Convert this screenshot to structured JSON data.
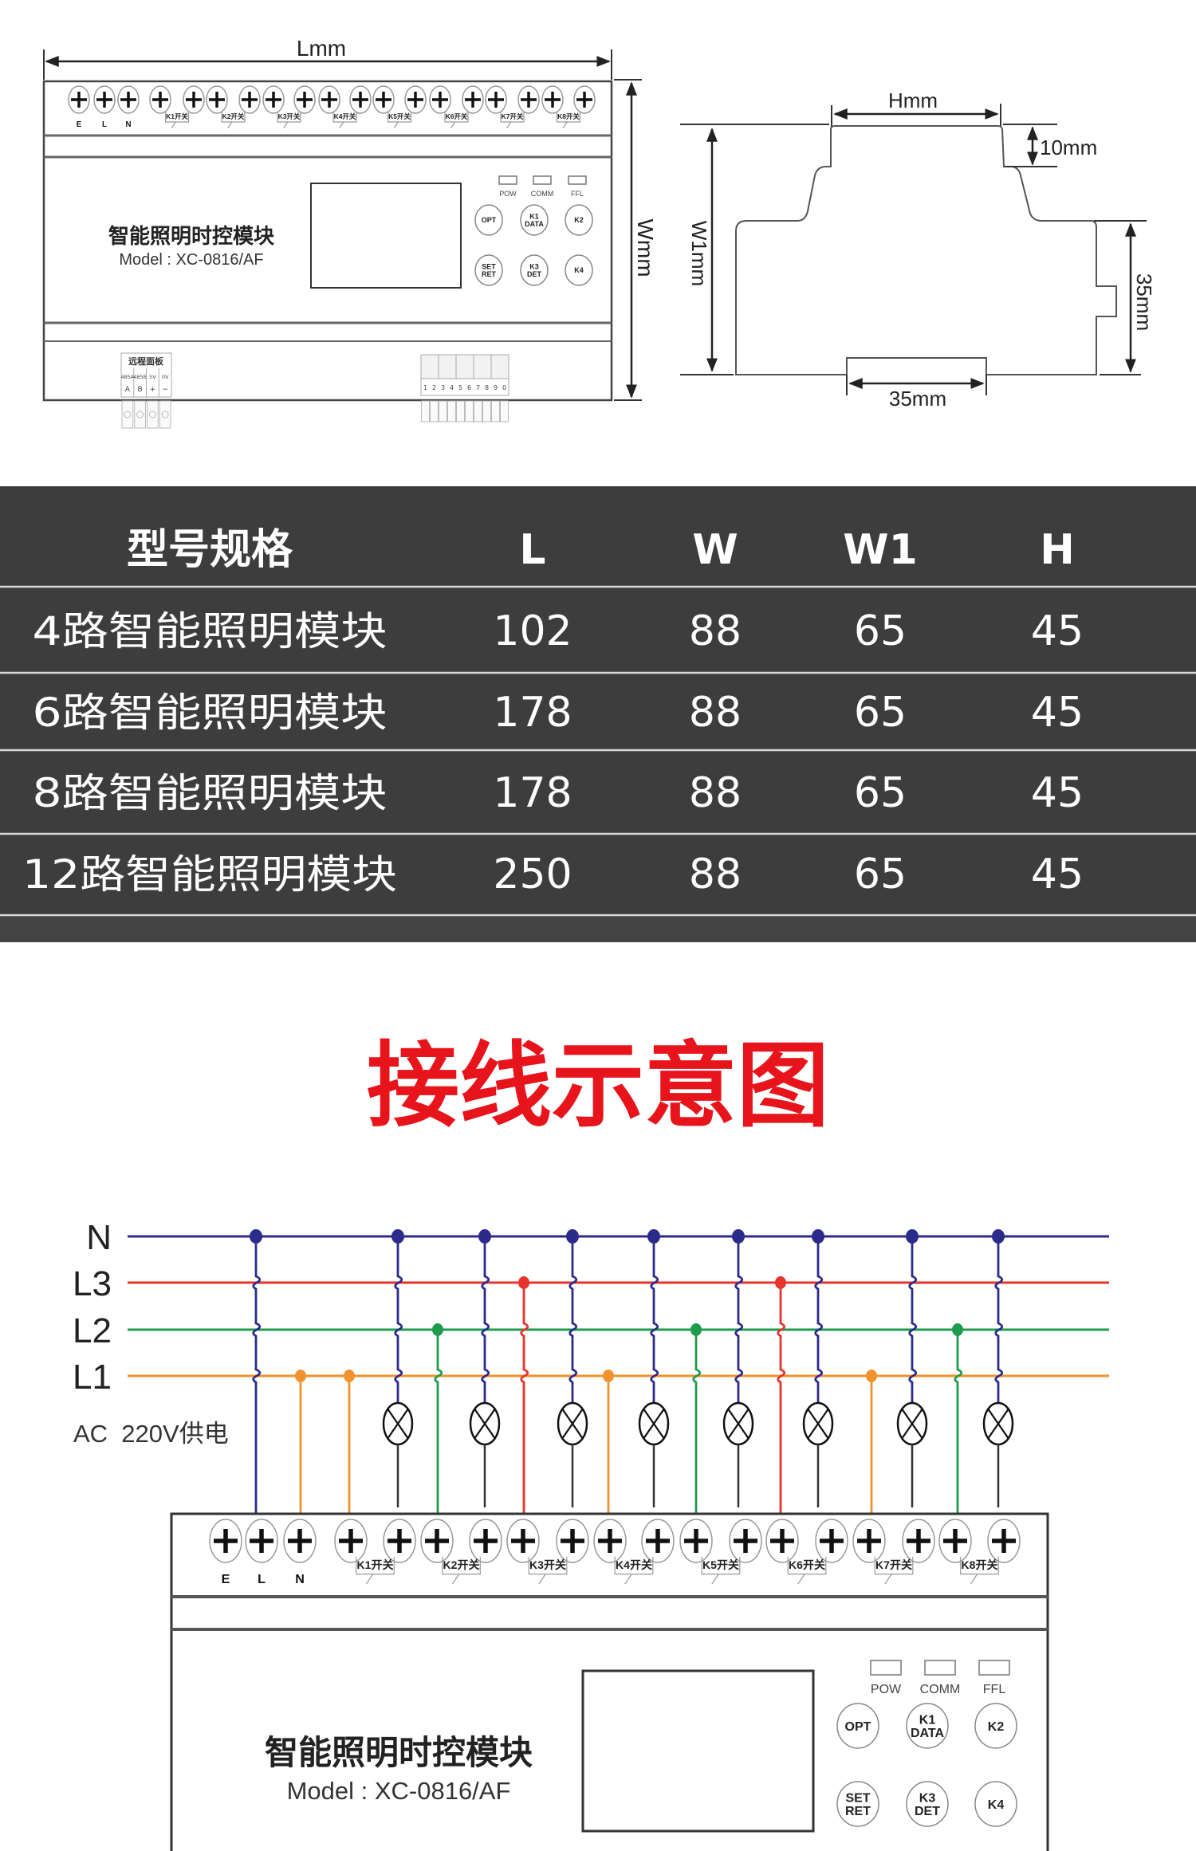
{
  "dimension_drawing": {
    "front": {
      "length_label": "Lmm",
      "width_label": "Wmm",
      "title": "智能照明时控模块",
      "model": "Model : XC-0816/AF",
      "terminal_bottom_labels": [
        "E",
        "L",
        "N"
      ],
      "switch_labels": [
        "K1开关",
        "K2开关",
        "K3开关",
        "K4开关",
        "K5开关",
        "K6开关",
        "K7开关",
        "K8开关"
      ],
      "leds": [
        "POW",
        "COMM",
        "FFL"
      ],
      "buttons": [
        [
          "OPT"
        ],
        [
          "K1",
          "DATA"
        ],
        [
          "K2"
        ],
        [
          "SET",
          "RET"
        ],
        [
          "K3",
          "DET"
        ],
        [
          "K4"
        ]
      ],
      "remote_panel": {
        "title": "远程面板",
        "pins": [
          "485A",
          "485B",
          "5V",
          "0V"
        ],
        "pin_marks": [
          "A",
          "B",
          "+",
          "−"
        ]
      },
      "io_block_numbers": [
        "1",
        "2",
        "3",
        "4",
        "5",
        "6",
        "7",
        "8",
        "9",
        "0"
      ]
    },
    "side": {
      "h_label": "Hmm",
      "w1_label": "W1mm",
      "top_step_label": "10mm",
      "rail_height_label": "35mm",
      "rail_width_label": "35mm"
    }
  },
  "spec_table": {
    "headers": [
      "型号规格",
      "L",
      "W",
      "W1",
      "H"
    ],
    "rows": [
      [
        "4路智能照明模块",
        "102",
        "88",
        "65",
        "45"
      ],
      [
        "6路智能照明模块",
        "178",
        "88",
        "65",
        "45"
      ],
      [
        "8路智能照明模块",
        "178",
        "88",
        "65",
        "45"
      ],
      [
        "12路智能照明模块",
        "250",
        "88",
        "65",
        "45"
      ]
    ]
  },
  "wiring": {
    "title": "接线示意图",
    "lines": [
      {
        "label": "N",
        "color": "#2b2b8c"
      },
      {
        "label": "L3",
        "color": "#e8322c"
      },
      {
        "label": "L2",
        "color": "#1f9b4c"
      },
      {
        "label": "L1",
        "color": "#f0932e"
      }
    ],
    "supply_label": "AC  220V供电",
    "title_color": "#e8141c",
    "module": {
      "terminal_bottom_labels": [
        "E",
        "L",
        "N"
      ],
      "switch_labels": [
        "K1开关",
        "K2开关",
        "K3开关",
        "K4开关",
        "K5开关",
        "K6开关",
        "K7开关",
        "K8开关"
      ],
      "leds": [
        "POW",
        "COMM",
        "FFL"
      ],
      "buttons": [
        [
          "OPT"
        ],
        [
          "K1",
          "DATA"
        ],
        [
          "K2"
        ],
        [
          "SET",
          "RET"
        ],
        [
          "K3",
          "DET"
        ],
        [
          "K4"
        ]
      ],
      "title": "智能照明时控模块",
      "model": "Model : XC-0816/AF"
    }
  }
}
